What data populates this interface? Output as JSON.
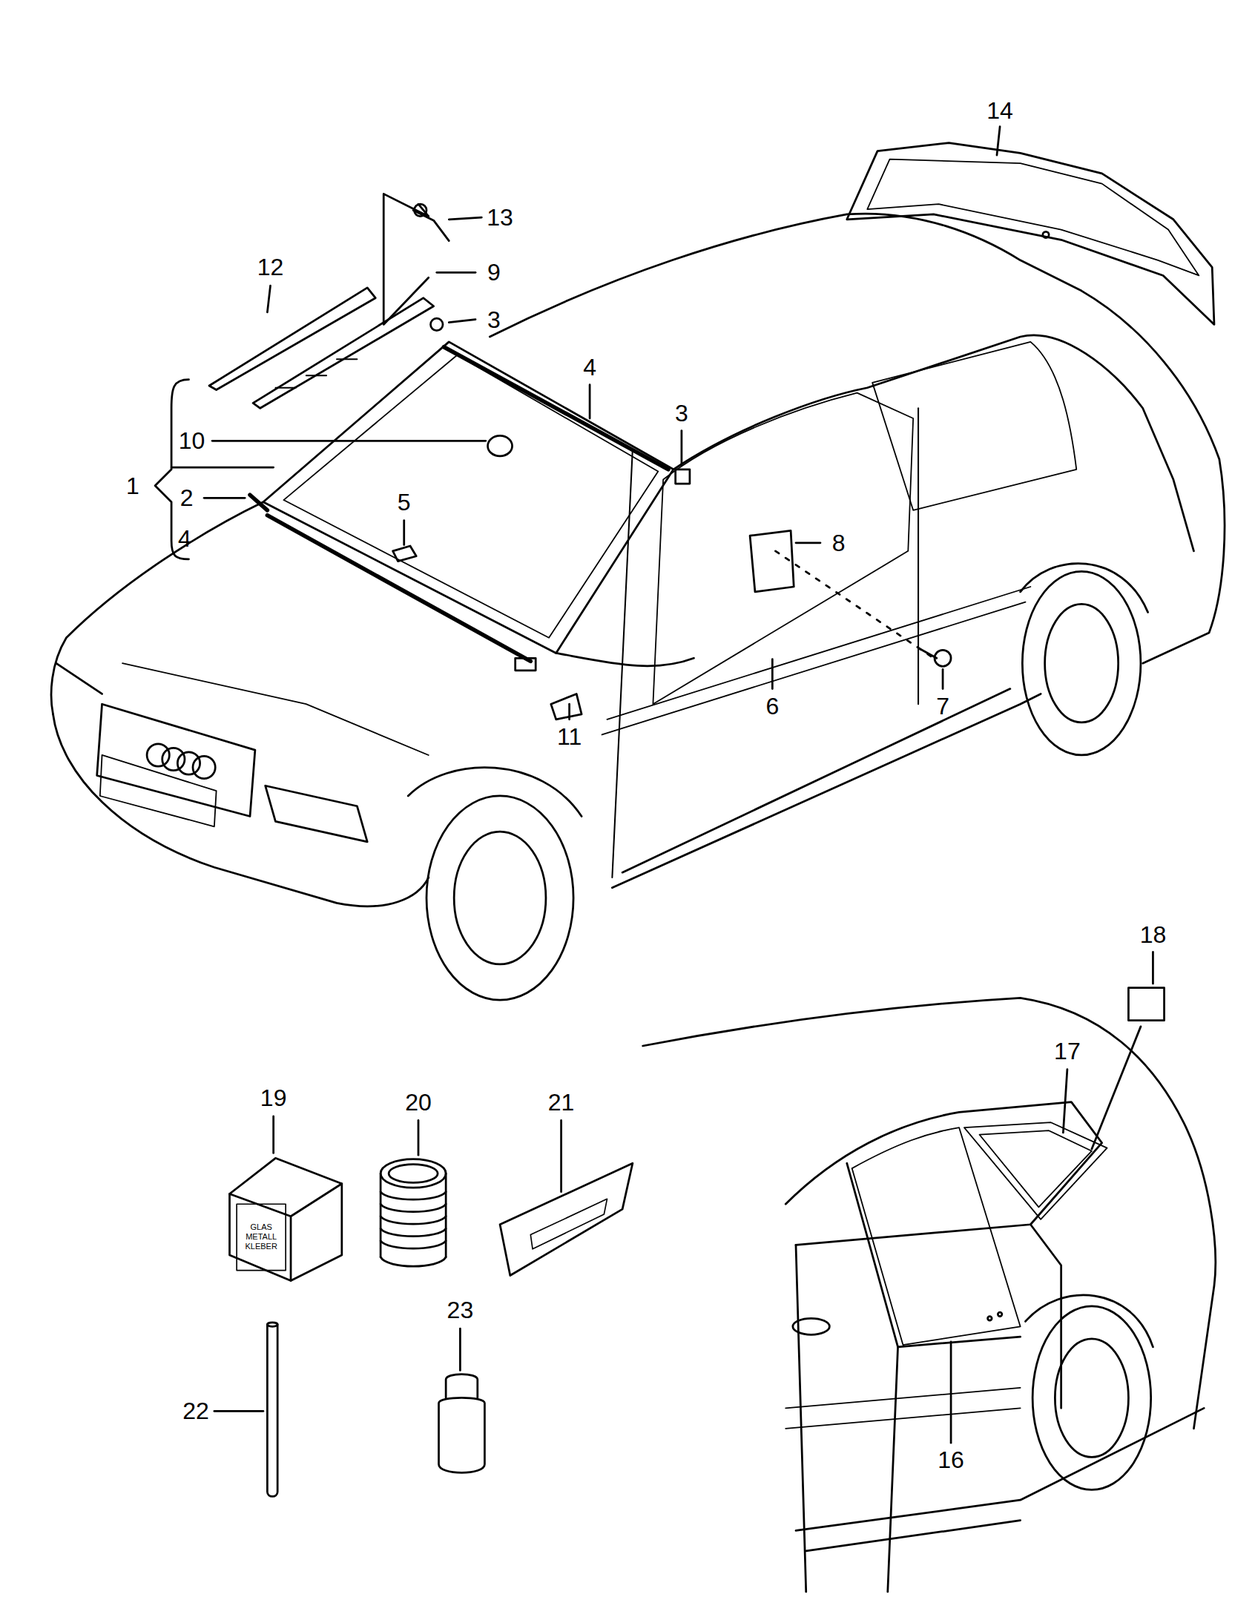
{
  "diagram": {
    "labels": [
      "14",
      "13",
      "12",
      "9",
      "3",
      "4",
      "3",
      "10",
      "1",
      "2",
      "4",
      "5",
      "8",
      "6",
      "7",
      "11",
      "18",
      "17",
      "19",
      "20",
      "21",
      "23",
      "22",
      "16",
      "GLAS METALL KLEBER"
    ]
  }
}
